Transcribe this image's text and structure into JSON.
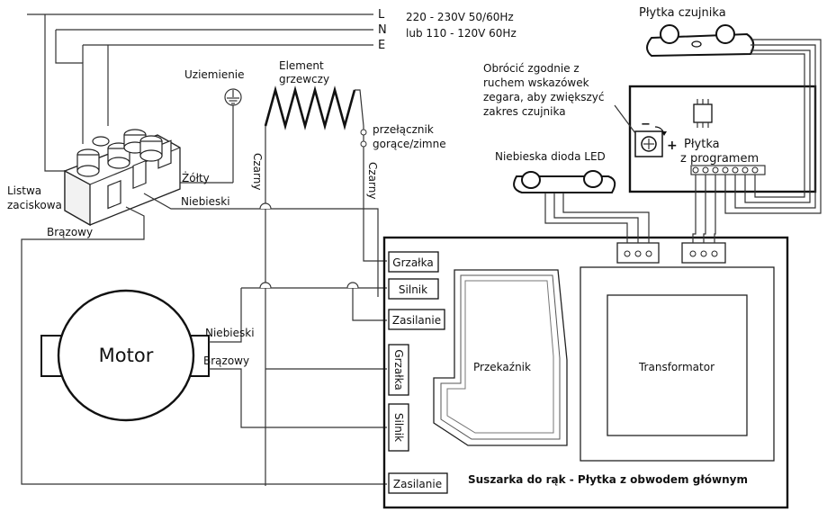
{
  "supply": {
    "line_l": "L",
    "line_n": "N",
    "line_e": "E",
    "voltage_1": "220 - 230V  50/60Hz",
    "voltage_2": "lub 110 - 120V 60Hz"
  },
  "labels": {
    "ground": "Uziemienie",
    "heating_element_1": "Element",
    "heating_element_2": "grzewczy",
    "hot_cold_switch_1": "przełącznik",
    "hot_cold_switch_2": "gorące/zimne",
    "terminal_strip_1": "Listwa",
    "terminal_strip_2": "zaciskowa",
    "yellow": "Żółty",
    "blue": "Niebieski",
    "brown": "Brązowy",
    "black": "Czarny",
    "motor": "Motor",
    "motor_blue": "Niebieski",
    "motor_brown": "Brązowy",
    "sensor_board": "Płytka czujnika",
    "rotate_1": "Obrócić zgodnie z",
    "rotate_2": "ruchem wskazówek",
    "rotate_3": "zegara, aby zwiększyć",
    "rotate_4": "zakres czujnika",
    "minus": "−",
    "plus": "+",
    "program_board_1": "Płytka",
    "program_board_2": "z programem",
    "blue_led": "Niebieska dioda LED",
    "relay": "Przekaźnik",
    "transformer": "Transformator",
    "main_board_title": "Suszarka do rąk - Płytka z obwodem głównym"
  },
  "terminals": {
    "heater_top": "Grzałka",
    "motor_top": "Silnik",
    "power_top": "Zasilanie",
    "heater_side": "Grzałka",
    "motor_side": "Silnik",
    "power_bottom": "Zasilanie"
  }
}
